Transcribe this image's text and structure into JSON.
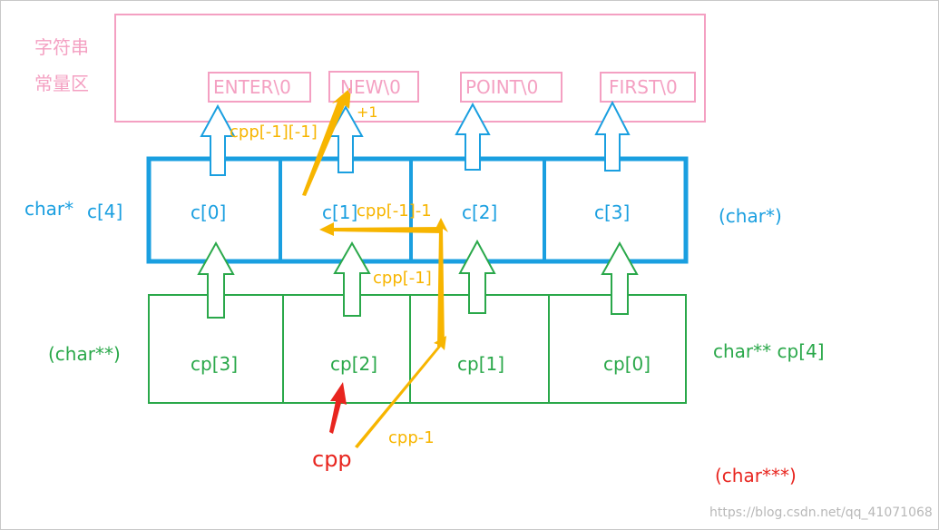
{
  "colors": {
    "pink": "#f4a0c2",
    "blue": "#1a9fe0",
    "green": "#2aa84a",
    "red": "#e8251f",
    "orange": "#f7b500"
  },
  "const_region": {
    "title_line1": "字符串",
    "title_line2": "常量区",
    "strings": [
      "ENTER\\0",
      "NEW\\0",
      "POINT\\0",
      "FIRST\\0"
    ]
  },
  "c_array": {
    "left_label_type": "char*",
    "left_label_name": "c[4]",
    "cells": [
      "c[0]",
      "c[1]",
      "c[2]",
      "c[3]"
    ],
    "right_label": "(char*)"
  },
  "cp_array": {
    "left_label": "(char**)",
    "cells": [
      "cp[3]",
      "cp[2]",
      "cp[1]",
      "cp[0]"
    ],
    "right_label": "char** cp[4]"
  },
  "annotations": {
    "plus_one": "+1",
    "cpp_m1_m1": "cpp[-1][-1]",
    "cpp_m1_m1_minus1": "cpp[-1]-1",
    "cpp_m1": "cpp[-1]",
    "cpp_minus1": "cpp-1",
    "cpp": "cpp",
    "triple_type": "(char***)"
  },
  "watermark": "https://blog.csdn.net/qq_41071068"
}
